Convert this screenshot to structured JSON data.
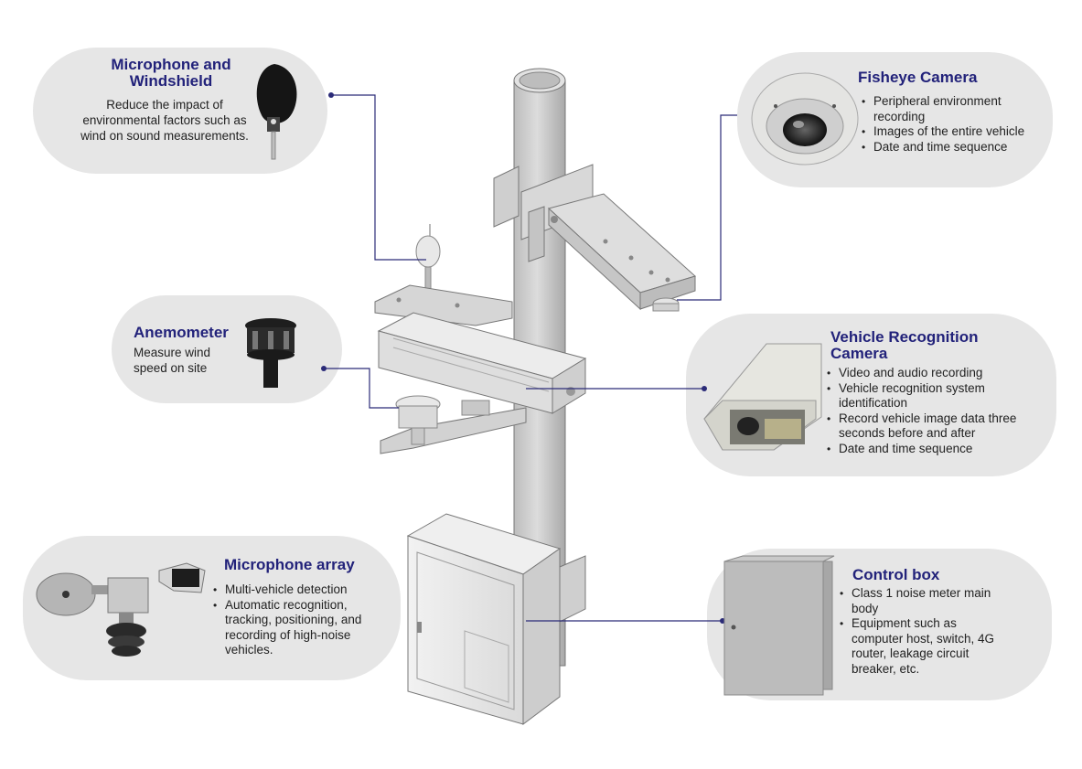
{
  "colors": {
    "accent": "#22227a",
    "card_bg": "#e6e6e6",
    "connector": "#2b2b78"
  },
  "components": {
    "microphone_windshield": {
      "title": "Microphone and Windshield",
      "description": "Reduce the impact of environmental factors such as wind on sound measurements."
    },
    "anemometer": {
      "title": "Anemometer",
      "description": "Measure wind speed on site"
    },
    "microphone_array": {
      "title": "Microphone array",
      "bullets": [
        "Multi-vehicle detection",
        "Automatic recognition, tracking, positioning, and recording of high-noise vehicles."
      ]
    },
    "fisheye_camera": {
      "title": "Fisheye Camera",
      "bullets": [
        "Peripheral environment recording",
        "Images of the entire vehicle",
        "Date and time sequence"
      ]
    },
    "vehicle_recognition_camera": {
      "title": "Vehicle Recognition Camera",
      "bullets": [
        "Video and audio recording",
        "Vehicle recognition system identification",
        "Record vehicle image data three seconds before and after",
        "Date and time sequence"
      ]
    },
    "control_box": {
      "title": "Control box",
      "bullets": [
        "Class 1 noise meter main body",
        "Equipment such as computer host, switch, 4G router, leakage circuit breaker, etc."
      ]
    }
  }
}
